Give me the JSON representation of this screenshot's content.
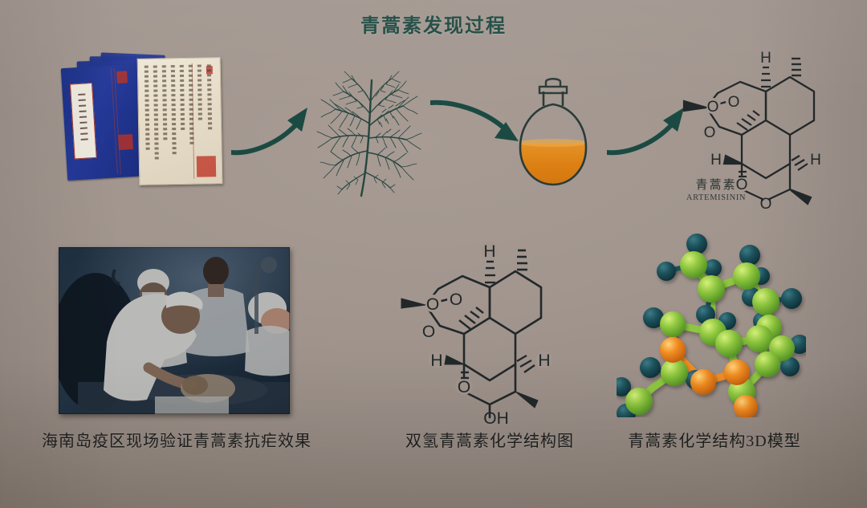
{
  "board": {
    "title": "青蒿素发现过程",
    "background_color": "#a1958e",
    "accent_color": "#1e4a42"
  },
  "steps": [
    {
      "name": "ancient-texts",
      "description": "古籍医书与手稿",
      "arrow_after": "curved-arrow-up-right"
    },
    {
      "name": "artemisia-plant",
      "description": "青蒿植物线描图",
      "arrow_after": "curved-arrow-down-right"
    },
    {
      "name": "extraction-flask",
      "description": "提取物烧瓶",
      "liquid_color": "#df8419",
      "arrow_after": "curved-arrow-up-right"
    },
    {
      "name": "artemisinin-structure",
      "description": "青蒿素化学结构式"
    }
  ],
  "molecule_label": {
    "chinese": "青蒿素",
    "english": "ARTEMISININ"
  },
  "captions": {
    "field_photo": "海南岛疫区现场验证青蒿素抗疟效果",
    "dihydro_structure": "双氢青蒿素化学结构图",
    "model_3d": "青蒿素化学结构3D模型"
  },
  "structures": {
    "artemisinin": {
      "atom_labels": [
        "H",
        "O",
        "O",
        "O",
        "H",
        "O",
        "O"
      ],
      "carbonyl_label": "O"
    },
    "dihydroartemisinin": {
      "atom_labels": [
        "H",
        "O",
        "O",
        "O",
        "H",
        "O",
        "H"
      ],
      "hydroxyl_label": "OH"
    }
  },
  "model_3d_colors": {
    "carbon": "#8dc63f",
    "oxygen": "#ef8b23",
    "hydrogen": "#1b4b53"
  }
}
